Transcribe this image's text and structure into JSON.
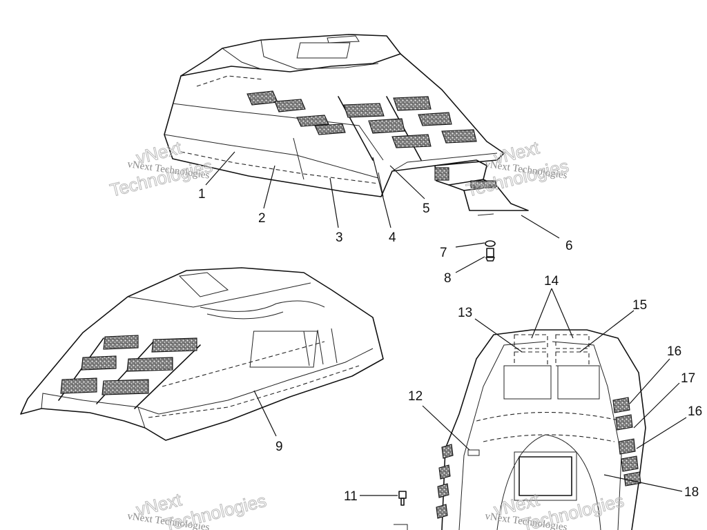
{
  "part_numbers": [
    "1",
    "2",
    "3",
    "4",
    "5",
    "6",
    "7",
    "8",
    "9",
    "11",
    "12",
    "13",
    "14",
    "15",
    "16",
    "17",
    "16",
    "18"
  ],
  "watermark": {
    "line1": "vNext Technologies",
    "line2_a": "vNext",
    "line2_b": "Technologies"
  }
}
